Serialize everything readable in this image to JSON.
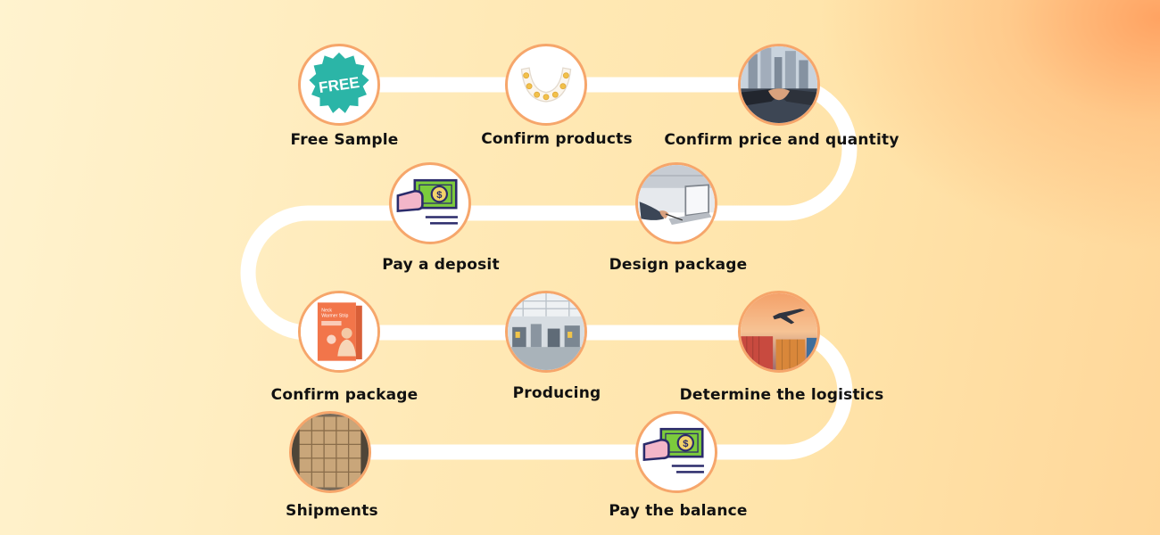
{
  "steps": [
    {
      "label": "Free Sample",
      "icon": "free-badge-icon"
    },
    {
      "label": "Confirm products",
      "icon": "product-strip-icon"
    },
    {
      "label": "Confirm price and quantity",
      "icon": "handshake-icon"
    },
    {
      "label": "Pay a deposit",
      "icon": "money-hand-icon"
    },
    {
      "label": "Design package",
      "icon": "laptop-design-icon"
    },
    {
      "label": "Confirm package",
      "icon": "package-box-icon"
    },
    {
      "label": "Producing",
      "icon": "factory-icon"
    },
    {
      "label": "Determine the logistics",
      "icon": "airplane-logistics-icon"
    },
    {
      "label": "Shipments",
      "icon": "cargo-cartons-icon"
    },
    {
      "label": "Pay the balance",
      "icon": "money-hand-icon"
    }
  ],
  "free_badge_text": "FREE",
  "package_box_text": [
    "Neck",
    "Warmer Strip"
  ],
  "colors": {
    "path": "#ffffff",
    "ring": "#f6a66b",
    "teal": "#2bb5a7",
    "money_green": "#7ccb3c",
    "money_dark": "#2b2b6b",
    "box_orange": "#f2754a"
  }
}
